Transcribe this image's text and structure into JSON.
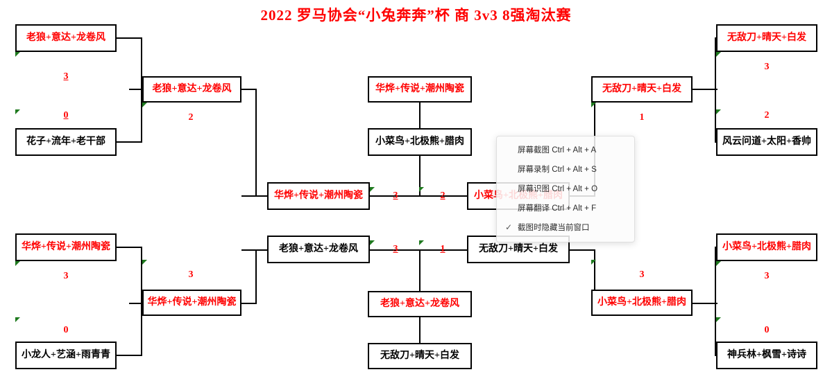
{
  "title": "2022 罗马协会“小兔奔奔”杯 商 3v3 8强淘汰赛",
  "colors": {
    "winner": "#ff0000",
    "loser": "#000000",
    "line": "#000000",
    "comment_marker": "#1f7a1f",
    "background": "#ffffff"
  },
  "bracket": {
    "teams": {
      "laolang": "老狼+意达+龙卷风",
      "huazi": "花子+流年+老干部",
      "huaye": "华烨+传说+潮州陶瓷",
      "xiaolongren": "小龙人+艺涵+雨青青",
      "wudidao": "无敌刀+晴天+白发",
      "fengyun": "风云问道+太阳+香帅",
      "xiaocainiao": "小菜鸟+北极熊+腊肉",
      "shenbinglin": "神兵林+枫雪+诗诗"
    },
    "left_top_quarter": {
      "team_a": "老狼+意达+龙卷风",
      "score_a": "3",
      "team_b": "花子+流年+老干部",
      "score_b": "0",
      "winner": "老狼+意达+龙卷风"
    },
    "left_bottom_quarter": {
      "team_a": "华烨+传说+潮州陶瓷",
      "score_a": "3",
      "team_b": "小龙人+艺涵+雨青青",
      "score_b": "0",
      "winner": "华烨+传说+潮州陶瓷"
    },
    "right_top_quarter": {
      "team_a": "无敌刀+晴天+白发",
      "score_a": "3",
      "team_b": "风云问道+太阳+香帅",
      "score_b": "2",
      "winner": "无敌刀+晴天+白发"
    },
    "right_bottom_quarter": {
      "team_a": "小菜鸟+北极熊+腊肉",
      "score_a": "3",
      "team_b": "神兵林+枫雪+诗诗",
      "score_b": "0",
      "winner": "小菜鸟+北极熊+腊肉"
    },
    "left_semi": {
      "advancer_top": "老狼+意达+龙卷风",
      "advancer_top_score": "2",
      "advancer_bottom": "华烨+传说+潮州陶瓷",
      "advancer_bottom_score": "3"
    },
    "right_semi": {
      "advancer_top": "无敌刀+晴天+白发",
      "advancer_top_score": "1",
      "advancer_bottom": "小菜鸟+北极熊+腊肉",
      "advancer_bottom_score": "3"
    },
    "semi_final_upper": {
      "team_a": "华烨+传说+潮州陶瓷",
      "score_a": "3",
      "team_b": "小菜鸟+北极熊+腊肉",
      "score_b": "2",
      "winner": "华烨+传说+潮州陶瓷",
      "result_first": "华烨+传说+潮州陶瓷",
      "result_second": "小菜鸟+北极熊+腊肉"
    },
    "semi_final_lower": {
      "team_a": "老狼+意达+龙卷风",
      "score_a": "3",
      "team_b": "无敌刀+晴天+白发",
      "score_b": "1",
      "winner": "老狼+意达+龙卷风",
      "result_first": "老狼+意达+龙卷风",
      "result_second": "无敌刀+晴天+白发"
    }
  },
  "context_menu": {
    "items": [
      {
        "label": "屏幕截图 Ctrl + Alt + A",
        "checked": false
      },
      {
        "label": "屏幕录制 Ctrl + Alt + S",
        "checked": false
      },
      {
        "label": "屏幕识图 Ctrl + Alt + O",
        "checked": false
      },
      {
        "label": "屏幕翻译 Ctrl + Alt + F",
        "checked": false
      },
      {
        "label": "截图时隐藏当前窗口",
        "checked": true
      }
    ],
    "check_glyph": "✓"
  }
}
